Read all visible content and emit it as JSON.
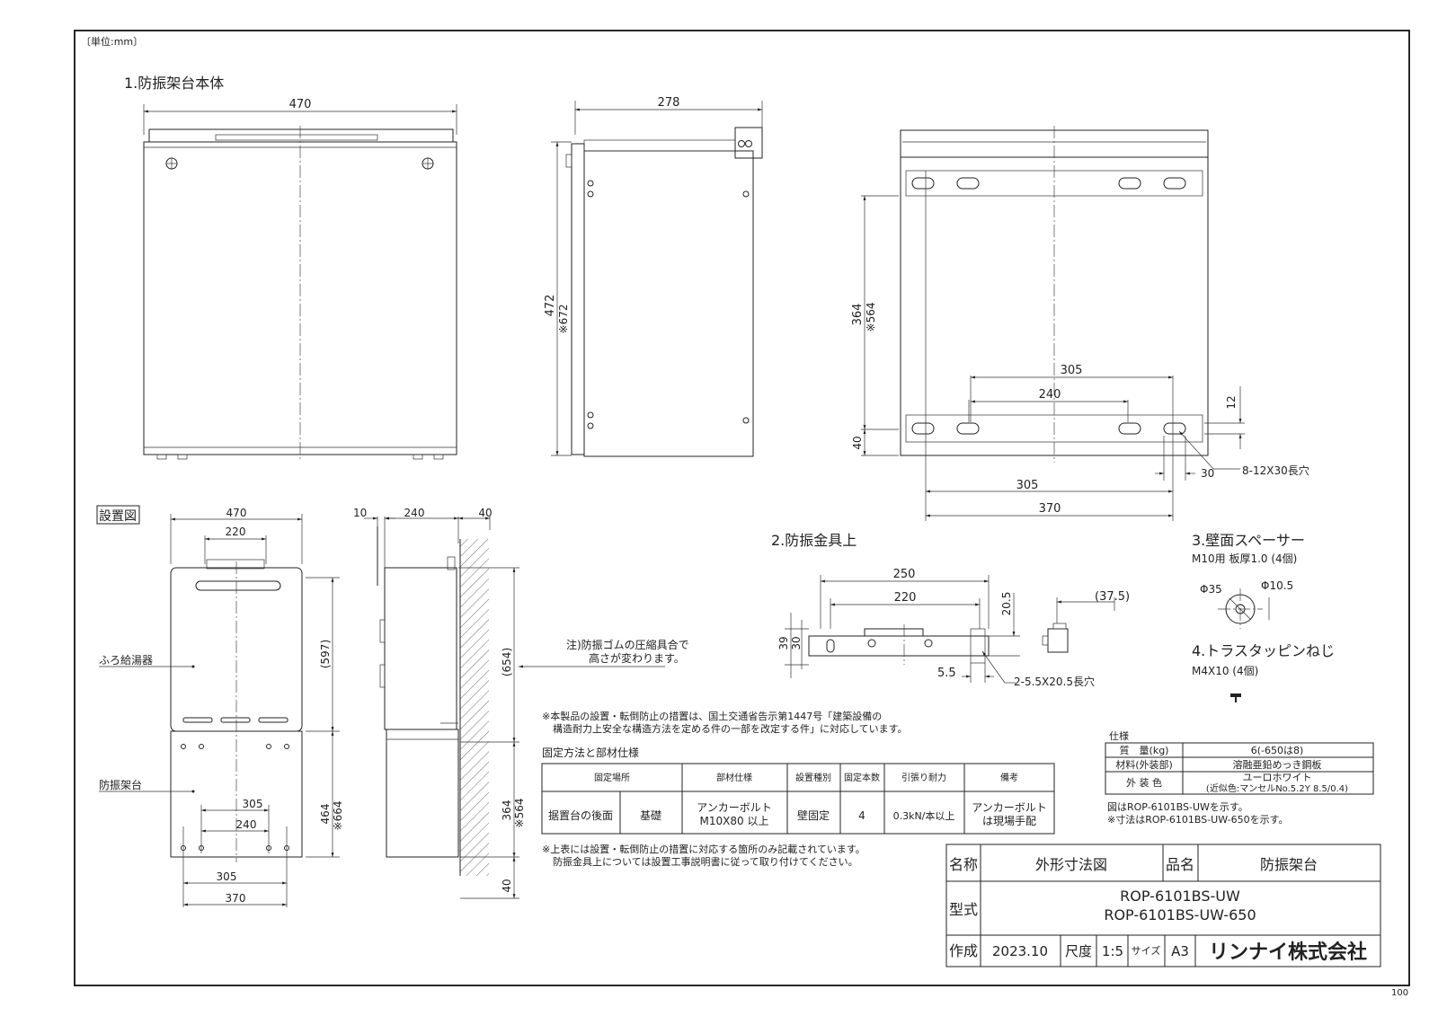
{
  "unit_label": "〔単位:mm〕",
  "sheet_number": "100",
  "section1": {
    "title": "1.防振架台本体",
    "front": {
      "width": "470"
    },
    "side": {
      "width": "278",
      "height_a": "472",
      "height_b": "※672"
    },
    "back": {
      "height_a": "364",
      "height_b": "※564",
      "bottom": "40",
      "top_w": "305",
      "inner_w": "240",
      "right_12": "12",
      "right_30": "30",
      "slot_label": "8-12X30長穴",
      "bottom_305": "305",
      "bottom_370": "370"
    }
  },
  "install": {
    "title": "設置図",
    "w470": "470",
    "w220": "220",
    "h597": "(597)",
    "h464": "464",
    "h664": "※664",
    "w305a": "305",
    "w240": "240",
    "w305b": "305",
    "w370": "370",
    "label_heater": "ふろ給湯器",
    "label_stand": "防振架台",
    "side_10": "10",
    "side_240": "240",
    "side_40": "40",
    "side_654": "(654)",
    "side_364": "364",
    "side_564": "※564",
    "side_40b": "40"
  },
  "note_rubber": [
    "注)防振ゴムの圧縮具合で",
    "高さが変わります。"
  ],
  "section2": {
    "title": "2.防振金具上",
    "d250": "250",
    "d220": "220",
    "d20_5": "20.5",
    "d37_5": "(37.5)",
    "d39": "39",
    "d30": "30",
    "d5_5": "5.5",
    "slot": "2-5.5X20.5長穴"
  },
  "section3": {
    "title": "3.壁面スペーサー",
    "sub": "M10用 板厚1.0 (4個)",
    "d85": "Φ35",
    "d10_5": "Φ10.5"
  },
  "section4": {
    "title": "4.トラスタッピンねじ",
    "sub": "M4X10 (4個)"
  },
  "notice_top": [
    "※本製品の設置・転倒防止の措置は、国土交通省告示第1447号「建築設備の",
    "構造耐力上安全な構造方法を定める件の一部を改定する件」に対応しています。"
  ],
  "fix_table": {
    "title": "固定方法と部材仕様",
    "headers": [
      "固定場所",
      "部材仕様",
      "設置種別",
      "固定本数",
      "引張り耐力",
      "備考"
    ],
    "row": [
      "据置台の後面",
      "基礎",
      "アンカーボルト",
      "M10X80 以上",
      "壁固定",
      "4",
      "0.3kN/本以上",
      "アンカーボルト",
      "は現場手配"
    ]
  },
  "notice_bottom": [
    "※上表には設置・転倒防止の措置に対応する箇所のみ記載されています。",
    "防振金具上については設置工事説明書に従って取り付けてください。"
  ],
  "spec": {
    "title": "仕様",
    "rows": [
      [
        "質　量(kg)",
        "6(-650は8)"
      ],
      [
        "材料(外装部)",
        "溶融亜鉛めっき鋼板"
      ],
      [
        "外 装 色",
        "ユーロホワイト",
        "(近似色:マンセルNo.5.2Y 8.5/0.4)"
      ]
    ],
    "note1": "図はROP-6101BS-UWを示す。",
    "note2": "※寸法はROP-6101BS-UW-650を示す。"
  },
  "title_block": {
    "name_label": "名称",
    "name_value": "外形寸法図",
    "product_label": "品名",
    "product_value": "防振架台",
    "model_label": "型式",
    "model_1": "ROP-6101BS-UW",
    "model_2": "ROP-6101BS-UW-650",
    "made_label": "作成",
    "date": "2023.10",
    "scale_label": "尺度",
    "scale": "1:5",
    "size_label": "サイズ",
    "size": "A3",
    "company": "リンナイ株式会社"
  }
}
